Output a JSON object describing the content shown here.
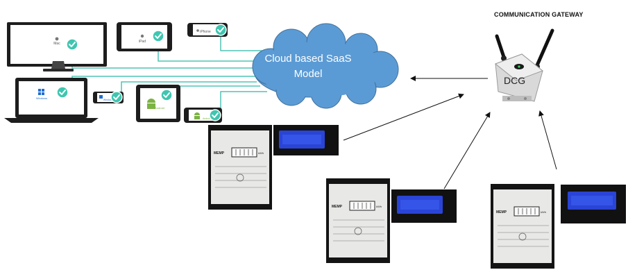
{
  "diagram": {
    "gateway_title": "COMMUNICATION GATEWAY",
    "cloud_line1": "Cloud based SaaS",
    "cloud_line2": "Model",
    "gateway_label": "DCG",
    "devices": {
      "mac": "Mac",
      "ipad": "iPad",
      "iphone": "iPhone",
      "windows_laptop": "Windows",
      "windows_phone": "Windows",
      "android_tablet": "Android",
      "android_phone": "Android"
    },
    "meter": {
      "brand": "MEMP",
      "unit": "kWh"
    }
  },
  "colors": {
    "cloud": "#5b9bd5",
    "connector": "#4fc3b6",
    "check": "#3fc6b0",
    "lcd": "#2a44d6"
  }
}
